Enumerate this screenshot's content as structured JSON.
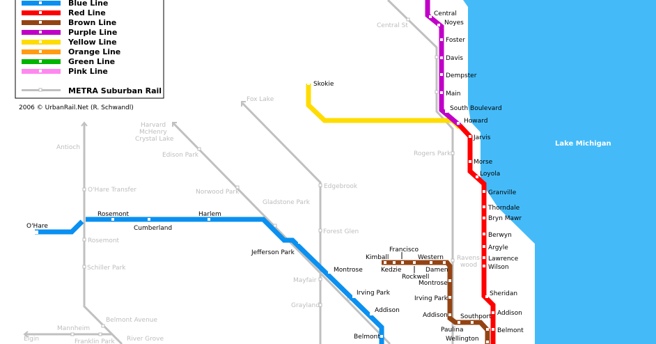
{
  "legend": {
    "items": [
      {
        "label": "Blue Line",
        "color": "#0a90f0"
      },
      {
        "label": "Red Line",
        "color": "#ff0000"
      },
      {
        "label": "Brown Line",
        "color": "#944414"
      },
      {
        "label": "Purple Line",
        "color": "#c000c8"
      },
      {
        "label": "Yellow Line",
        "color": "#ffdc00"
      },
      {
        "label": "Orange Line",
        "color": "#ff9c14"
      },
      {
        "label": "Green Line",
        "color": "#00b400"
      },
      {
        "label": "Pink Line",
        "color": "#ff88f0"
      }
    ],
    "metra": {
      "label": "METRA Suburban Rail",
      "color": "#c0c0c0"
    }
  },
  "copyright": "2006 © UrbanRail.Net (R. Schwandl)",
  "lake": {
    "label": "Lake Michigan",
    "color": "#44bbf8"
  },
  "stations": {
    "purple": [
      "Central",
      "Noyes",
      "Foster",
      "Davis",
      "Dempster",
      "Main",
      "South Boulevard",
      "Howard"
    ],
    "red": [
      "Jarvis",
      "Morse",
      "Loyola",
      "Granville",
      "Thorndale",
      "Bryn Mawr",
      "Berwyn",
      "Argyle",
      "Lawrence",
      "Wilson",
      "Sheridan",
      "Addison",
      "Belmont"
    ],
    "yellow": [
      "Skokie"
    ],
    "blue": [
      "O'Hare",
      "Rosemont",
      "Cumberland",
      "Harlem",
      "Jefferson Park",
      "Montrose",
      "Irving Park",
      "Addison",
      "Belmont"
    ],
    "brown": [
      "Kimball",
      "Kedzie",
      "Francisco",
      "Rockwell",
      "Western",
      "Damen",
      "Montrose",
      "Irving Park",
      "Addison",
      "Paulina",
      "Southport",
      "Wellington"
    ]
  },
  "metra_stations": [
    "Central St",
    "Rogers Park",
    "Ravens-",
    "wood",
    "Fox Lake",
    "Edgebrook",
    "Forest Glen",
    "Mayfair",
    "Grayland",
    "Harvard",
    "McHenry",
    "Crystal Lake",
    "Edison Park",
    "Norwood Park",
    "Gladstone Park",
    "Antioch",
    "O'Hare Transfer",
    "Rosemont",
    "Schiller Park",
    "Belmont Avenue",
    "Mannheim",
    "Franklin Park",
    "Elgin",
    "River Grove"
  ]
}
